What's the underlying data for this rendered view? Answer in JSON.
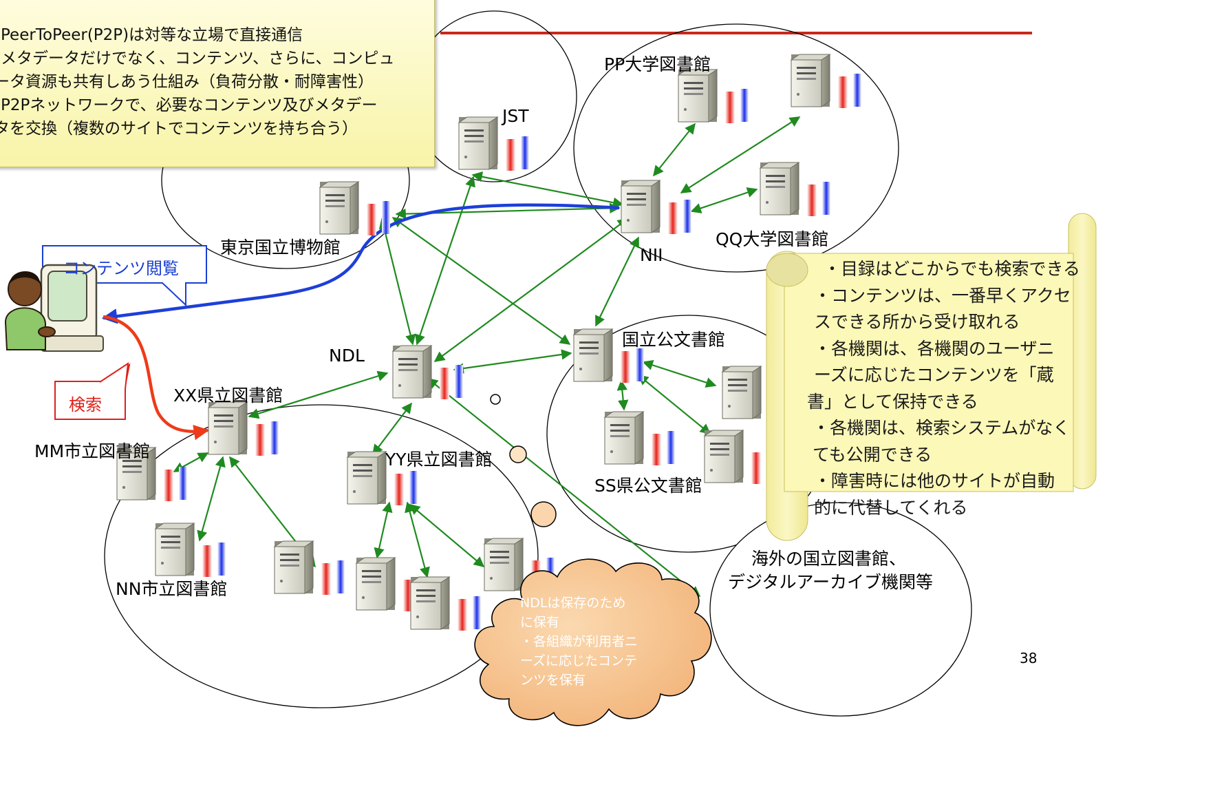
{
  "top_note": {
    "lines": [
      "PeerToPeer(P2P)は対等な立場で直接通信",
      "メタデータだけでなく、コンテンツ、さらに、コンピュ",
      "ータ資源も共有しあう仕組み（負荷分散・耐障害性）",
      "P2Pネットワークで、必要なコンテンツ及びメタデー",
      "タを交換（複数のサイトでコンテンツを持ち合う）"
    ]
  },
  "nodes": {
    "jst": "JST",
    "pp_univ": "PP大学図書館",
    "qq_univ": "QQ大学図書館",
    "nii": "NII",
    "tokyo_museum": "東京国立博物館",
    "ndl": "NDL",
    "national_archives": "国立公文書館",
    "ss_archives": "SS県公文書館",
    "xx_pref_lib": "XX県立図書館",
    "mm_city_lib": "MM市立図書館",
    "nn_city_lib": "NN市立図書館",
    "yy_pref_lib": "YY県立図書館",
    "overseas": [
      "海外の国立図書館、",
      "デジタルアーカイブ機関等"
    ]
  },
  "callouts": {
    "view": "コンテンツ閲覧",
    "search": "検索"
  },
  "scroll_note": {
    "lines": [
      "・目録はどこからでも検索できる",
      "・コンテンツは、一番早くアクセ",
      "スできる所から受け取れる",
      "・各機関は、各機関のユーザニ",
      "ーズに応じたコンテンツを「蔵",
      "書」として保持できる",
      "・各機関は、検索システムがなく",
      "ても公開できる",
      "・障害時には他のサイトが自動",
      "的に代替してくれる"
    ]
  },
  "cloud_note": {
    "lines": [
      "NDLは保存のため",
      "に保有",
      "・各組織が利用者ニ",
      "ーズに応じたコンテ",
      "ンツを保有"
    ]
  },
  "page_number": "38",
  "colors": {
    "arrow": "#1f8a1f",
    "view_line": "#1d3fd8",
    "search_line": "#ee3b1a",
    "header_line": "#c8281a",
    "note_fill": "#fcf8b8",
    "cloud_fill": "#f6c48c",
    "callout_text_blue": "#1a3fd0",
    "callout_text_red": "#e0201a"
  }
}
